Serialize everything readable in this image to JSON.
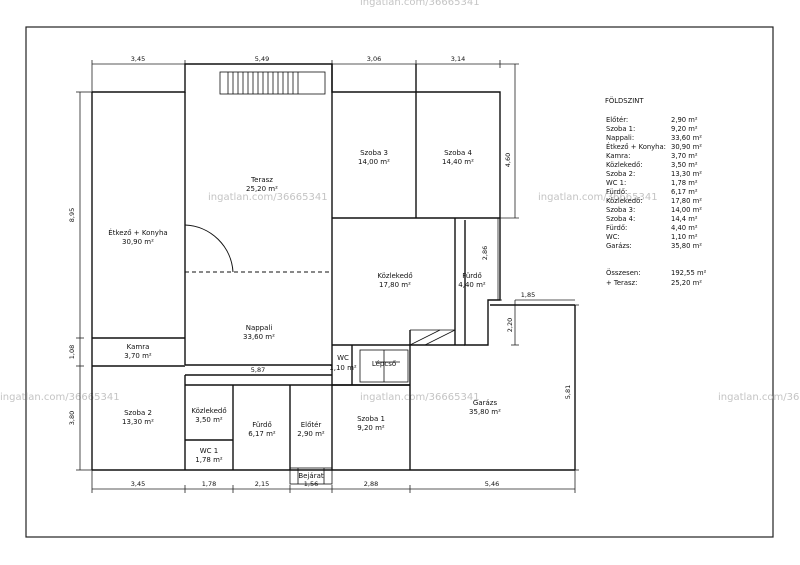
{
  "watermark": "ingatlan.com/36665341",
  "rooms": [
    {
      "id": "terasz",
      "name": "Terasz",
      "area": "25,20 m²"
    },
    {
      "id": "szoba3",
      "name": "Szoba 3",
      "area": "14,00 m²"
    },
    {
      "id": "szoba4",
      "name": "Szoba 4",
      "area": "14,40 m²"
    },
    {
      "id": "etkezo",
      "name": "Étkező + Konyha",
      "area": "30,90 m²"
    },
    {
      "id": "kozlekedo1",
      "name": "Közlekedő",
      "area": "17,80 m²"
    },
    {
      "id": "furdo1",
      "name": "Fürdő",
      "area": "4,40 m²"
    },
    {
      "id": "nappali",
      "name": "Nappali",
      "area": "33,60 m²"
    },
    {
      "id": "kamra",
      "name": "Kamra",
      "area": "3,70 m²"
    },
    {
      "id": "wc1",
      "name": "WC",
      "area": "1,10 m²"
    },
    {
      "id": "lepcso",
      "name": "Lépcső",
      "area": ""
    },
    {
      "id": "garazs",
      "name": "Garázs",
      "area": "35,80 m²"
    },
    {
      "id": "szoba2",
      "name": "Szoba 2",
      "area": "13,30 m²"
    },
    {
      "id": "kozlekedo2",
      "name": "Közlekedő",
      "area": "3,50 m²"
    },
    {
      "id": "furdo2",
      "name": "Fürdő",
      "area": "6,17 m²"
    },
    {
      "id": "eloter",
      "name": "Előtér",
      "area": "2,90 m²"
    },
    {
      "id": "szoba1",
      "name": "Szoba 1",
      "area": "9,20 m²"
    },
    {
      "id": "wc2",
      "name": "WC 1",
      "area": "1,78 m²"
    },
    {
      "id": "bejarat",
      "name": "Bejárat",
      "area": ""
    }
  ],
  "dimensions": {
    "top": [
      "3,45",
      "5,49",
      "3,06",
      "3,14"
    ],
    "bottom": [
      "3,45",
      "1,78",
      "2,15",
      "1,56",
      "2,88",
      "5,46"
    ],
    "left": [
      "8,95",
      "1,08",
      "3,80"
    ],
    "right": [
      "4,60",
      "2,86",
      "2,20",
      "5,81"
    ],
    "inner": [
      "5,87",
      "1,85"
    ]
  },
  "legend": {
    "title": "FÖLDSZINT",
    "rows": [
      {
        "label": "Előtér:",
        "value": "2,90 m²"
      },
      {
        "label": "Szoba 1:",
        "value": "9,20 m²"
      },
      {
        "label": "Nappali:",
        "value": "33,60 m²"
      },
      {
        "label": "Étkező + Konyha:",
        "value": "30,90 m²"
      },
      {
        "label": "Kamra:",
        "value": "3,70 m²"
      },
      {
        "label": "Közlekedő:",
        "value": "3,50 m²"
      },
      {
        "label": "Szoba 2:",
        "value": "13,30 m²"
      },
      {
        "label": "WC 1:",
        "value": "1,78 m²"
      },
      {
        "label": "Fürdő:",
        "value": "6,17 m²"
      },
      {
        "label": "Közlekedő:",
        "value": "17,80 m²"
      },
      {
        "label": "Szoba 3:",
        "value": "14,00 m²"
      },
      {
        "label": "Szoba 4:",
        "value": "14,4 m²"
      },
      {
        "label": "Fürdő:",
        "value": "4,40 m²"
      },
      {
        "label": "WC:",
        "value": "1,10 m²"
      },
      {
        "label": "Garázs:",
        "value": "35,80 m²"
      }
    ],
    "totals": [
      {
        "label": "Összesen:",
        "value": "192,55 m²"
      },
      {
        "label": "+ Terasz:",
        "value": "25,20 m²"
      }
    ]
  }
}
